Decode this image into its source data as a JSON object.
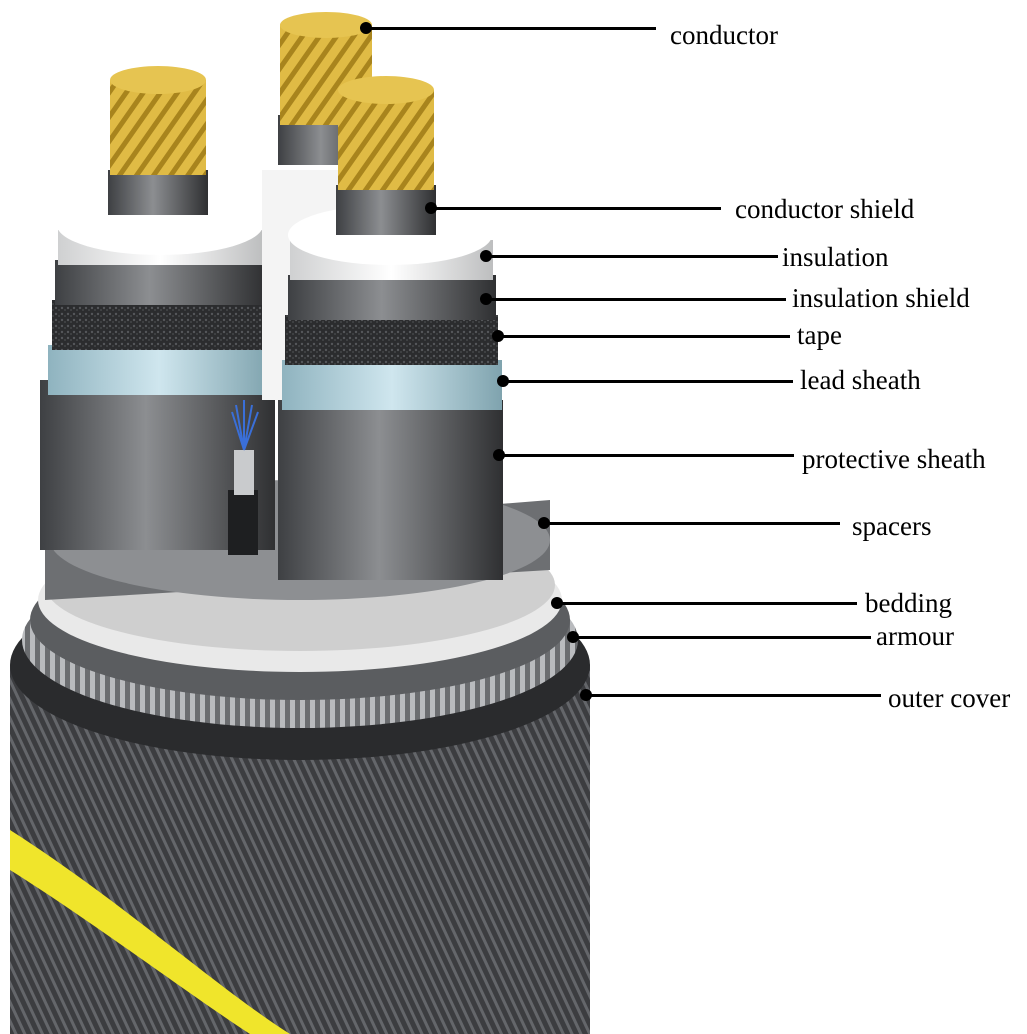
{
  "labels": [
    {
      "id": "conductor",
      "text": "conductor"
    },
    {
      "id": "conductor-shield",
      "text": "conductor shield"
    },
    {
      "id": "insulation",
      "text": "insulation"
    },
    {
      "id": "insulation-shield",
      "text": "insulation shield"
    },
    {
      "id": "tape",
      "text": "tape"
    },
    {
      "id": "lead-sheath",
      "text": "lead sheath"
    },
    {
      "id": "protective-sheath",
      "text": "protective sheath"
    },
    {
      "id": "spacers",
      "text": "spacers"
    },
    {
      "id": "bedding",
      "text": "bedding"
    },
    {
      "id": "armour",
      "text": "armour"
    },
    {
      "id": "outer-cover",
      "text": "outer cover"
    }
  ],
  "colors": {
    "copper": "#d9b33a",
    "copper_dark": "#9c7a12",
    "insulation": "#efefef",
    "sheath_dark": "#4a4c4f",
    "tape_blue": "#a9cbd6",
    "stripe": "#f2ea2a",
    "outer": "#3a3b3d"
  }
}
